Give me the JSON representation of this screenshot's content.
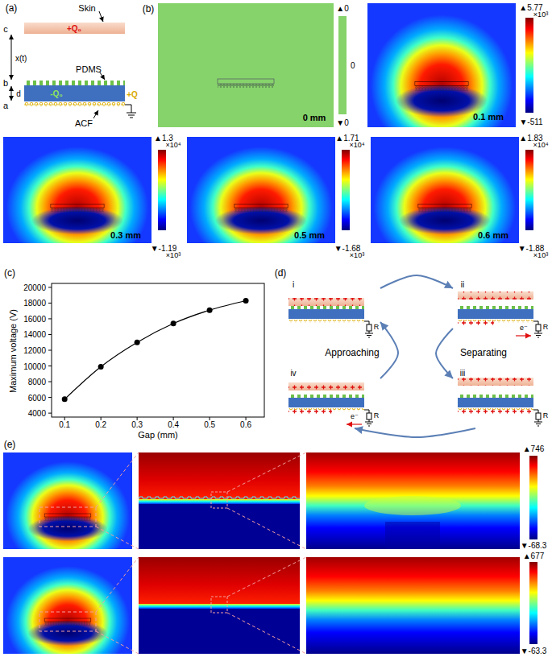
{
  "diagram": {
    "nodes": [
      {
        "text": [
          "+Q₀"
        ]
      },
      {
        "text": [
          "-Q₀"
        ]
      },
      {
        "text": [
          "i",
          "R"
        ]
      },
      {
        "text": [
          "ii",
          "R",
          "e⁻"
        ]
      },
      {
        "text": [
          "iii",
          "R"
        ]
      },
      {
        "text": [
          "iv",
          "R",
          "e⁻"
        ]
      }
    ],
    "edges": [
      {
        "from": 2,
        "to": 3,
        "arrow": "to"
      },
      {
        "from": 3,
        "to": 4,
        "arrow": "to"
      },
      {
        "from": 4,
        "to": 5,
        "arrow": "to"
      },
      {
        "from": 5,
        "to": 2,
        "arrow": "to"
      }
    ],
    "labels": [
      "(a)",
      "Skin",
      "c",
      "x(t)",
      "PDMS",
      "b",
      "d",
      "a",
      "ACF",
      "+Q",
      "(b)",
      "▲0",
      "0",
      "▼0",
      "0 mm",
      "▲5.77",
      "×10³",
      "▼-511",
      "0.1 mm",
      "▲1.3",
      "×10⁴",
      "▼-1.19",
      "×10³",
      "0.3 mm",
      "▲1.71",
      "×10⁴",
      "▼-1.68",
      "×10³",
      "0.5 mm",
      "▲1.83",
      "×10⁴",
      "▼-1.88",
      "×10³",
      "0.6 mm",
      "(c)",
      "Maximum voltage (V)",
      "4000",
      "6000",
      "8000",
      "10000",
      "12000",
      "14000",
      "16000",
      "18000",
      "20000",
      "0.1",
      "0.2",
      "0.3",
      "0.4",
      "0.5",
      "0.6",
      "Gap (mm)",
      "(d)",
      "Approaching",
      "Separating",
      "(e)",
      "▲746",
      "▼-68.3",
      "▲677",
      "▼-63.3"
    ]
  }
}
